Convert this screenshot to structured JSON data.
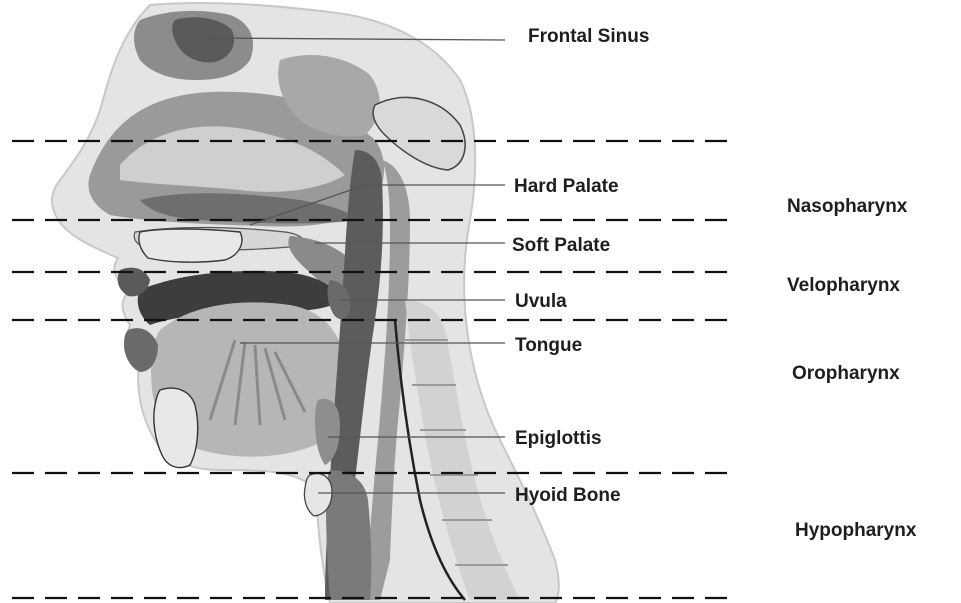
{
  "labels": {
    "frontal_sinus": "Frontal Sinus",
    "hard_palate": "Hard Palate",
    "soft_palate": "Soft Palate",
    "uvula": "Uvula",
    "tongue": "Tongue",
    "epiglottis": "Epiglottis",
    "hyoid_bone": "Hyoid Bone"
  },
  "regions": {
    "nasopharynx": "Nasopharynx",
    "velopharynx": "Velopharynx",
    "oropharynx": "Oropharynx",
    "hypopharynx": "Hypopharynx"
  },
  "colors": {
    "light_tissue": "#e2e2e2",
    "mid_tissue": "#b9b9b9",
    "dark_tissue": "#7c7c7c",
    "deep_tissue": "#4a4a4a",
    "bone": "#d4d4d4",
    "text": "#1e1e1e"
  }
}
